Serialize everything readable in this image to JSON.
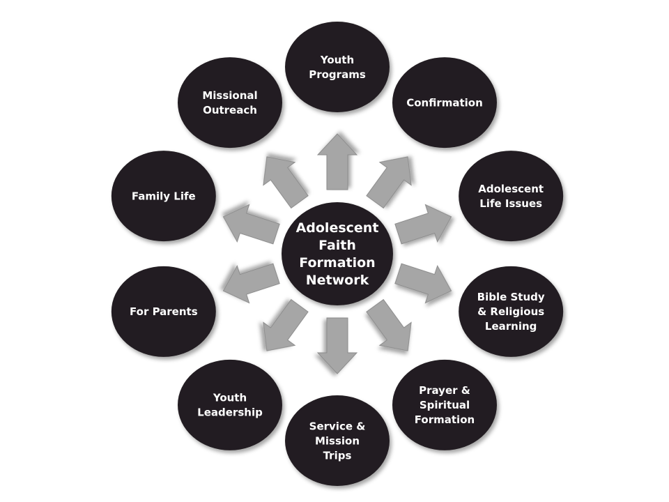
{
  "diagram": {
    "center": {
      "lines": [
        "Adolescent",
        "Faith",
        "Formation",
        "Network"
      ]
    },
    "nodes": [
      {
        "id": "youth-programs",
        "lines": [
          "Youth",
          "Programs"
        ]
      },
      {
        "id": "confirmation",
        "lines": [
          "Confirmation"
        ]
      },
      {
        "id": "adolescent-life-issues",
        "lines": [
          "Adolescent",
          "Life Issues"
        ]
      },
      {
        "id": "bible-study",
        "lines": [
          "Bible Study",
          "& Religious",
          "Learning"
        ]
      },
      {
        "id": "prayer-spiritual-formation",
        "lines": [
          "Prayer &",
          "Spiritual",
          "Formation"
        ]
      },
      {
        "id": "service-mission-trips",
        "lines": [
          "Service &",
          "Mission",
          "Trips"
        ]
      },
      {
        "id": "youth-leadership",
        "lines": [
          "Youth",
          "Leadership"
        ]
      },
      {
        "id": "for-parents",
        "lines": [
          "For Parents"
        ]
      },
      {
        "id": "family-life",
        "lines": [
          "Family Life"
        ]
      },
      {
        "id": "missional-outreach",
        "lines": [
          "Missional",
          "Outreach"
        ]
      }
    ],
    "colors": {
      "node_fill": "#231f20",
      "node_text": "#ffffff",
      "arrow_fill": "#a6a6a6",
      "arrow_stroke": "#8c8c8c"
    }
  }
}
